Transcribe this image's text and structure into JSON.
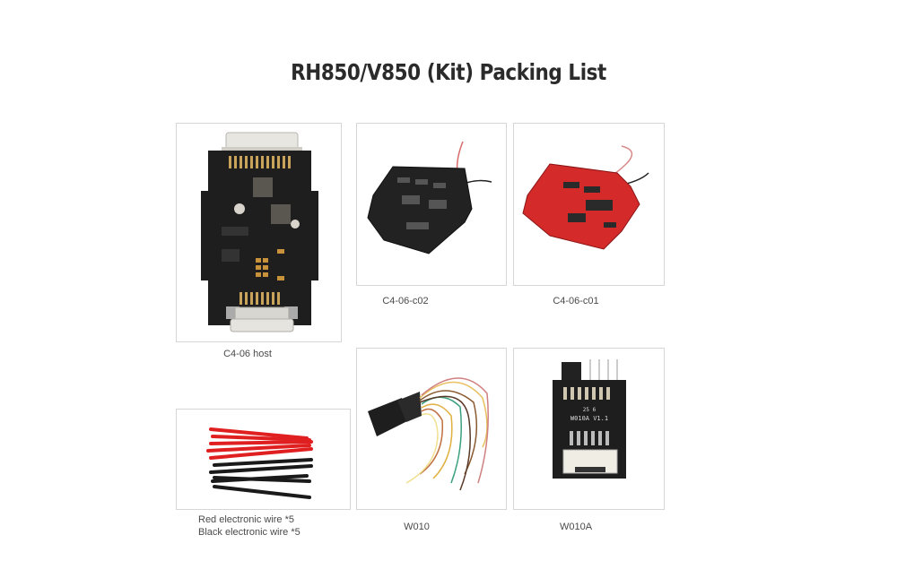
{
  "title": "RH850/V850 (Kit) Packing List",
  "items": [
    {
      "id": "c4-06-host",
      "caption": "C4-06 host",
      "image": "black-pcb-adapter-with-db-connectors"
    },
    {
      "id": "c4-06-c02",
      "caption": "C4-06-c02",
      "image": "black-square-pcb-with-wires"
    },
    {
      "id": "c4-06-c01",
      "caption": "C4-06-c01",
      "image": "red-square-pcb-with-wires"
    },
    {
      "id": "wires",
      "caption_lines": [
        "Red electronic wire *5",
        "Black electronic wire *5"
      ],
      "image": "red-and-black-wire-bundle"
    },
    {
      "id": "w010",
      "caption": "W010",
      "image": "db-connector-multicolor-cable"
    },
    {
      "id": "w010a",
      "caption": "W010A",
      "image": "black-pcb-adapter-board",
      "board_label": "W010A V1.1",
      "board_sub": "25 6"
    }
  ],
  "colors": {
    "pcb_black": "#1e1e1e",
    "pcb_red": "#d42a2a",
    "wire_red": "#e02020",
    "wire_black": "#1a1a1a",
    "border": "#d6d6d6",
    "title": "#2b2b2b",
    "caption": "#4a4a4a"
  }
}
